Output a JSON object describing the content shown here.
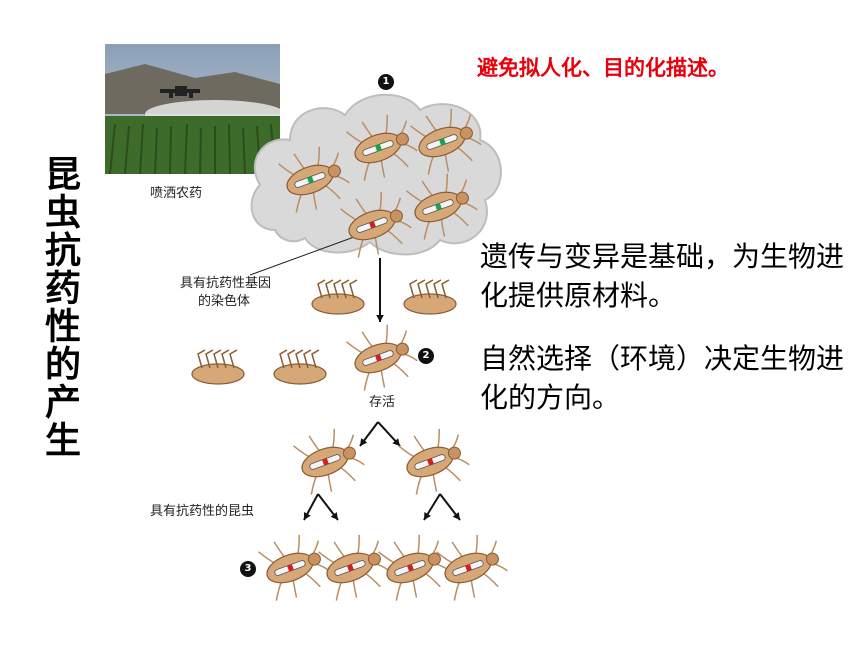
{
  "vertical_title": "昆虫抗药性的产生",
  "note": "避免拟人化、目的化描述。",
  "paragraphs": [
    "遗传与变异是基础，为生物进化提供原材料。",
    "自然选择（环境）决定生物进化的方向。"
  ],
  "labels": {
    "spray": "喷洒农药",
    "chromosome_line1": "具有抗药性基因",
    "chromosome_line2": "的染色体",
    "survive": "存活",
    "resistant": "具有抗药性的昆虫"
  },
  "steps": [
    "1",
    "2",
    "3"
  ],
  "colors": {
    "note": "#e8000b",
    "cloud": "#d9d9d9",
    "bug_body": "#d7a877",
    "arrow": "#111111"
  }
}
